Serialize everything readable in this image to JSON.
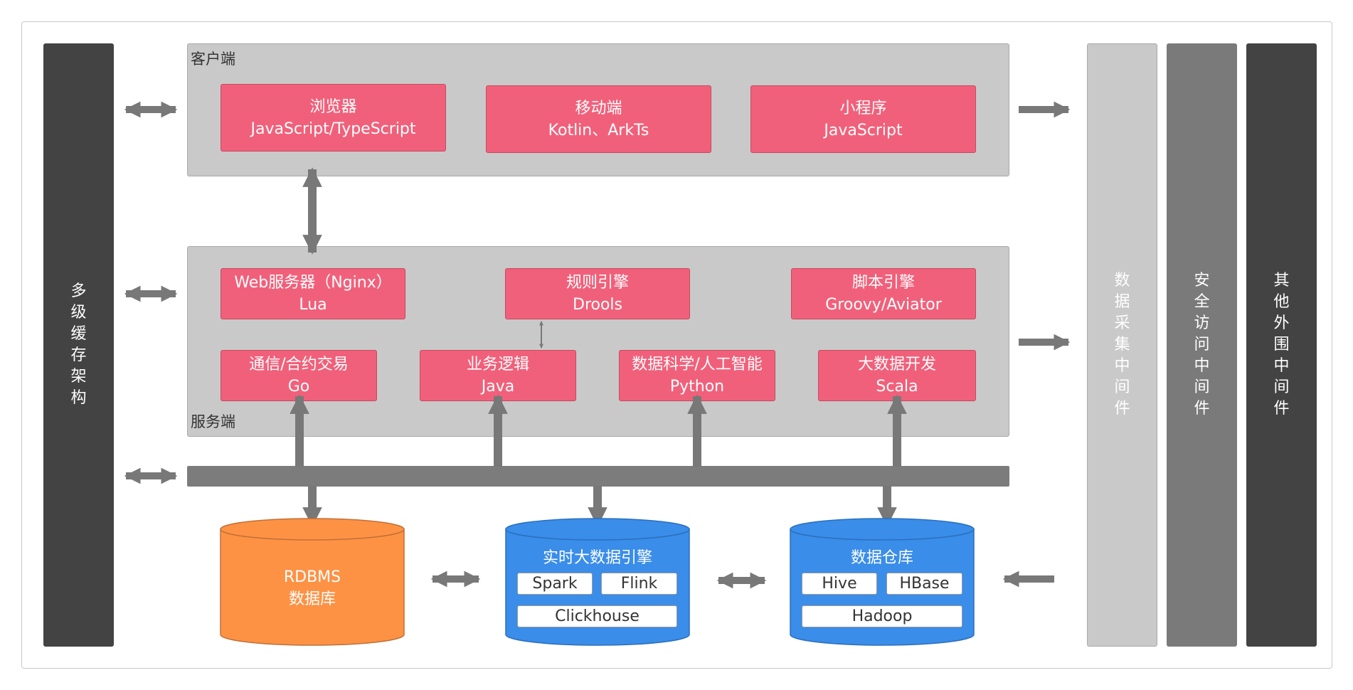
{
  "left_bar": {
    "label": "多级缓存架构"
  },
  "right_bars": [
    {
      "label": "数据采集中间件"
    },
    {
      "label": "安全访问中间件"
    },
    {
      "label": "其他外围中间件"
    }
  ],
  "client": {
    "title": "客户端",
    "cards": [
      {
        "title": "浏览器",
        "sub": "JavaScript/TypeScript"
      },
      {
        "title": "移动端",
        "sub": "Kotlin、ArkTs"
      },
      {
        "title": "小程序",
        "sub": "JavaScript"
      }
    ]
  },
  "server": {
    "title": "服务端",
    "row1": [
      {
        "title": "Web服务器（Nginx）",
        "sub": "Lua"
      },
      {
        "title": "规则引擎",
        "sub": "Drools"
      },
      {
        "title": "脚本引擎",
        "sub": "Groovy/Aviator"
      }
    ],
    "row2": [
      {
        "title": "通信/合约交易",
        "sub": "Go"
      },
      {
        "title": "业务逻辑",
        "sub": "Java"
      },
      {
        "title": "数据科学/人工智能",
        "sub": "Python"
      },
      {
        "title": "大数据开发",
        "sub": "Scala"
      }
    ]
  },
  "storage": {
    "rdbms": {
      "line1": "RDBMS",
      "line2": "数据库"
    },
    "realtime": {
      "title": "实时大数据引擎",
      "tags": [
        "Spark",
        "Flink",
        "Clickhouse"
      ]
    },
    "warehouse": {
      "title": "数据仓库",
      "tags": [
        "Hive",
        "HBase",
        "Hadoop"
      ]
    }
  },
  "colors": {
    "card": "#f1607a",
    "panel": "#c9c9c9",
    "arrow": "#787878",
    "rdbms": "#fd9245",
    "bigdata": "#3a8de9",
    "dark_bar": "#434343",
    "mid_bar": "#7a7a7a",
    "light_bar": "#c9c9c9"
  }
}
